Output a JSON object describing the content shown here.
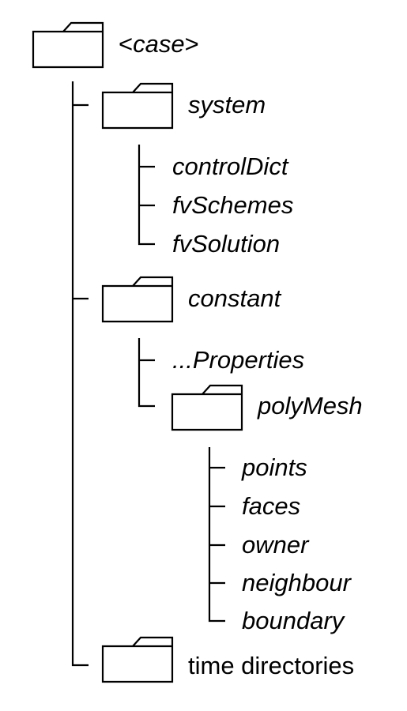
{
  "tree": {
    "root": {
      "label": "case",
      "left_bracket": "<",
      "right_bracket": ">"
    },
    "system": {
      "label": "system",
      "files": [
        "controlDict",
        "fvSchemes",
        "fvSolution"
      ]
    },
    "constant": {
      "label": "constant",
      "properties_label": "...Properties",
      "polymesh": {
        "label": "polyMesh",
        "files": [
          "points",
          "faces",
          "owner",
          "neighbour",
          "boundary"
        ]
      }
    },
    "time": {
      "label": "time directories"
    }
  },
  "icons": {
    "folder": "folder-icon"
  },
  "colors": {
    "ink": "#000000",
    "background": "#ffffff"
  }
}
